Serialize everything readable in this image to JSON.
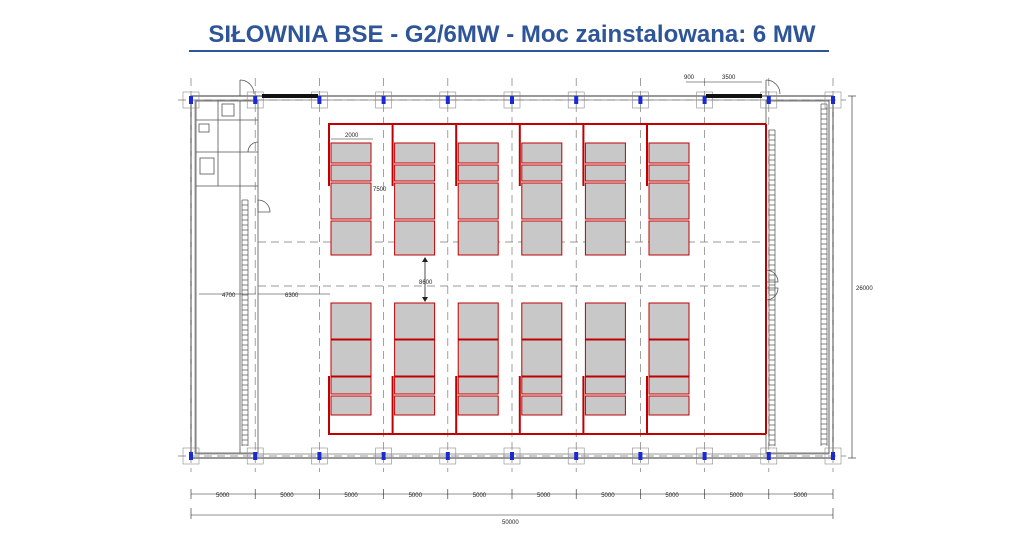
{
  "header": {
    "title": "SIŁOWNIA BSE - G2/6MW  -  Moc zainstalowana: 6 MW"
  },
  "dimensions": {
    "bays": [
      "5000",
      "5000",
      "5000",
      "5000",
      "5000",
      "5000",
      "5000",
      "5000",
      "5000",
      "5000"
    ],
    "total_length": "50000",
    "total_width": "26000",
    "room_depth": "4700",
    "aisle_width": "6300",
    "unit_width": "2000",
    "unit_length": "7500",
    "row_gap": "8600",
    "door_offset": "900",
    "door_width": "3500"
  },
  "modules": {
    "columns": 6,
    "rows": [
      "top",
      "bottom"
    ],
    "blocks_per_module": 4
  },
  "colors": {
    "title": "#2e5597",
    "module_outline": "#c00000",
    "module_fill": "#c8c8c8",
    "column_marker": "#1a2ad0",
    "wall": "#555555"
  }
}
